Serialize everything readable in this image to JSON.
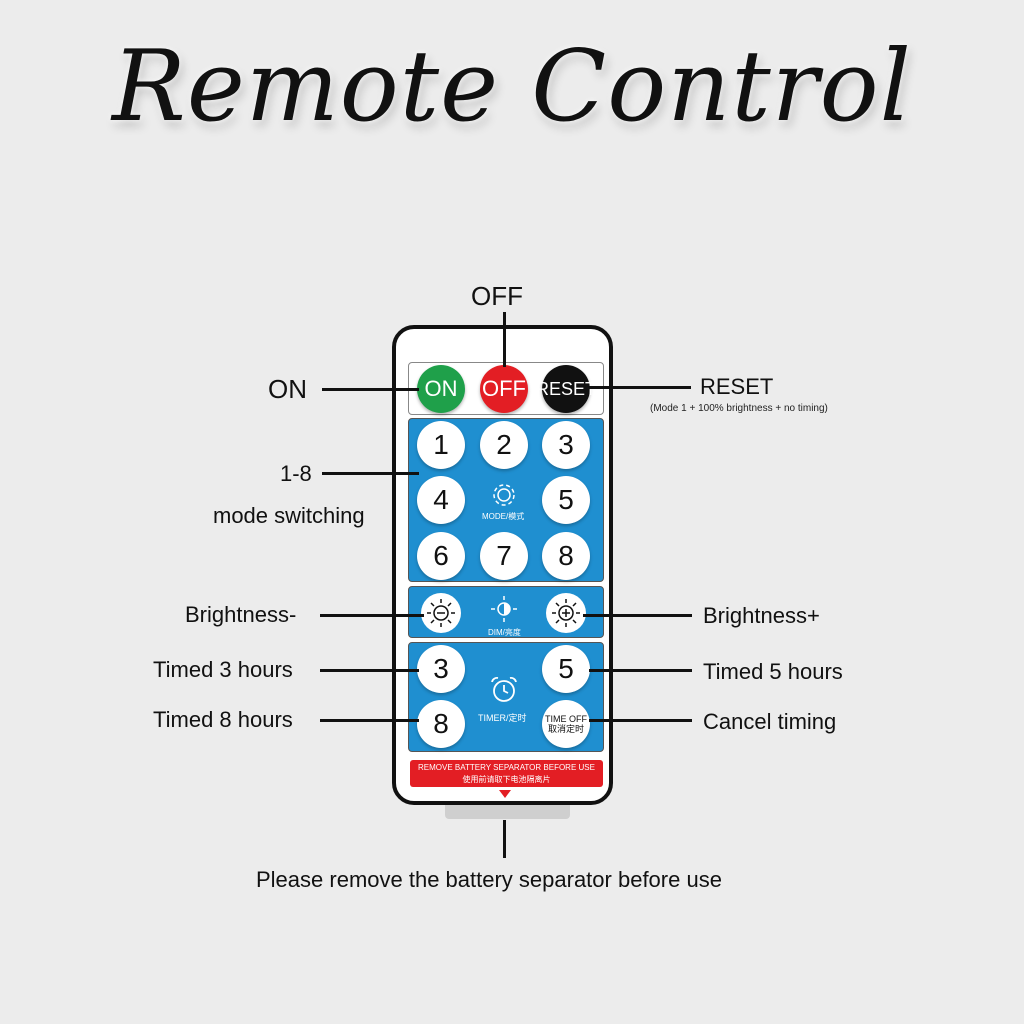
{
  "title": "Remote Control",
  "labels": {
    "off": "OFF",
    "on": "ON",
    "reset": "RESET",
    "reset_note": "(Mode 1 + 100% brightness + no timing)",
    "mode_range": "1-8",
    "mode_switching": "mode switching",
    "brightness_minus": "Brightness-",
    "brightness_plus": "Brightness+",
    "timed_3": "Timed 3 hours",
    "timed_5": "Timed 5 hours",
    "timed_8": "Timed 8 hours",
    "cancel_timing": "Cancel timing",
    "battery_note": "Please remove the battery separator before use"
  },
  "remote": {
    "on_btn": "ON",
    "off_btn": "OFF",
    "reset_btn": "RESET",
    "mode_buttons": [
      "1",
      "2",
      "3",
      "4",
      "5",
      "6",
      "7",
      "8"
    ],
    "mode_label": "MODE/模式",
    "dim_label": "DIM/亮度",
    "timer_buttons": [
      "3",
      "5",
      "8"
    ],
    "timer_label": "TIMER/定时",
    "time_off_en": "TIME OFF",
    "time_off_cn": "取消定时",
    "separator_en": "REMOVE BATTERY SEPARATOR BEFORE USE",
    "separator_cn": "使用前请取下电池隔离片"
  },
  "colors": {
    "on": "#1fa04a",
    "off": "#e31e24",
    "reset": "#111111",
    "panel": "#1f8fd0",
    "background": "#ececec"
  },
  "icons": [
    "gear-icon",
    "sun-minus-icon",
    "half-sun-icon",
    "sun-plus-icon",
    "alarm-clock-icon",
    "arrow-down-icon"
  ]
}
